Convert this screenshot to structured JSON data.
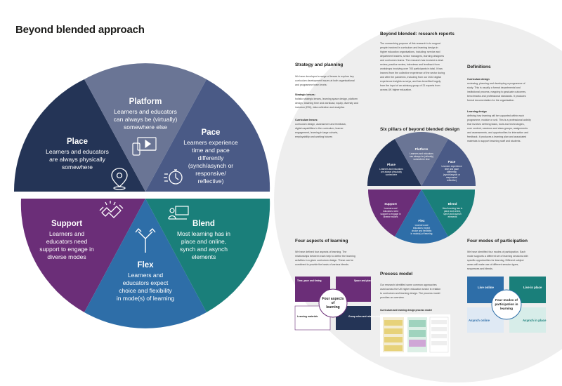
{
  "page_title": "Beyond blended approach",
  "colors": {
    "platform": "#6a7595",
    "pace": "#4a5a86",
    "place": "#243456",
    "support": "#6b2e78",
    "flex": "#2e6ea8",
    "blend": "#1a7f7a",
    "poster_bg": "#eeeeee"
  },
  "wheel": {
    "platform": {
      "title": "Platform",
      "lines": [
        "Learners and educators",
        "can always be (virtually)",
        "somewhere else"
      ],
      "icon": "devices-icon"
    },
    "pace": {
      "title": "Pace",
      "lines": [
        "Learners experience",
        "time and pace",
        "differently",
        "(synch/asynch or",
        "responsive/",
        "reflective)"
      ],
      "icon": "stopwatch-icon"
    },
    "place": {
      "title": "Place",
      "lines": [
        "Learners and educators",
        "are always physically",
        "somewhere"
      ],
      "icon": "location-pin-icon"
    },
    "support": {
      "title": "Support",
      "lines": [
        "Learners and",
        "educators need",
        "support to engage in",
        "diverse modes"
      ],
      "icon": "handshake-icon"
    },
    "flex": {
      "title": "Flex",
      "lines": [
        "Learners and",
        "educators expect",
        "choice and flexibility",
        "in mode(s) of learning"
      ],
      "icon": "split-arrows-icon"
    },
    "blend": {
      "title": "Blend",
      "lines": [
        "Most learning has in",
        "place and online,",
        "synch and asynch",
        "elements"
      ],
      "icon": "classroom-icon"
    }
  },
  "poster": {
    "research_title": "Beyond blended: research reports",
    "research_text": [
      "The overarching purpose of this research is to support",
      "people involved in curriculum and learning design in",
      "higher education organisations, including: service and",
      "department leaders, senior managers, learning designers",
      "and curriculum teams. The research has involved a desk",
      "review, practice review, interviews and feedback from",
      "workshops involving over 700 participants in total. It has",
      "learned from the collective experience of the sector during",
      "and after the pandemic, including from our 2022 digital",
      "experience insights surveys, and has benefited hugely",
      "from the input of an advisory group of 21 experts from",
      "across UK higher education."
    ],
    "strategy_title": "Strategy and planning",
    "strategy_text": [
      "We have developed a range of lenses to explore key",
      "curriculum development issues at both organisational",
      "and programme team levels:"
    ],
    "strategic_lenses_label": "Strategic lenses:",
    "strategic_lenses_text": [
      "holistic strategic lenses, learning space design, platform",
      "design, teaching time and workload, equity, diversity and",
      "inclusion (EDI), data collection and analytics"
    ],
    "curriculum_lenses_label": "Curriculum lenses:",
    "curriculum_lenses_text": [
      "curriculum design, assessment and feedback,",
      "digital capabilities in the curriculum, learner",
      "engagement, learning in large cohorts,",
      "employability and working futures"
    ],
    "definitions_title": "Definitions",
    "curriculum_design_label": "Curriculum design",
    "curriculum_design_text": [
      "reviewing, planning and developing a programme of",
      "study. This is usually a formal departmental and",
      "institutional process, mapping to graduate outcomes,",
      "benchmarks and professional standards. It produces",
      "formal documentation for the organisation."
    ],
    "learning_design_label": "Learning design",
    "learning_design_text": [
      "defining how learning will be supported within each",
      "programme, module or unit. This is a professional activity",
      "that involves defining tasks, tools and technologies,",
      "core content, sessions and class groups, assignments",
      "and assessments, and opportunities for interaction and",
      "feedback. It produces a learning plan and associated",
      "materials to support teaching staff and students."
    ],
    "pillars_title": "Six pillars of beyond blended design",
    "mini_wheel": {
      "platform": [
        "Platform",
        "Learners and educators",
        "can always be (virtually)",
        "somewhere else"
      ],
      "pace": [
        "Pace",
        "Learners experience",
        "time and pace",
        "differently",
        "(synch/asynch or",
        "responsive/",
        "reflective)"
      ],
      "place": [
        "Place",
        "Learners and educators",
        "are always physically",
        "somewhere"
      ],
      "support": [
        "Support",
        "Learners and",
        "educators need",
        "support to engage in",
        "diverse modes"
      ],
      "flex": [
        "Flex",
        "Learners and",
        "educators expect",
        "choice and flexibility",
        "in mode(s) of learning"
      ],
      "blend": [
        "Blend",
        "Most learning has in",
        "place and online,",
        "synch and asynch",
        "elements"
      ]
    },
    "aspects_title": "Four aspects of learning",
    "aspects_text": [
      "We have defined four aspects of learning. The",
      "relationships between each help to define the learning",
      "activities in a given curriculum design. These can be",
      "combined to provide the basis of various blends."
    ],
    "aspects_center": [
      "Four aspects",
      "of",
      "learning"
    ],
    "aspects_quads": [
      "Time, pace and timing",
      "Space and place",
      "Learning materials",
      "Group roles and relationship"
    ],
    "modes_title": "Four modes of participation",
    "modes_text": [
      "We have identified four modes of participation. Each",
      "mode supports a different set of learning sessions with",
      "specific opportunities for learning. Different subject",
      "areas will make use of different session types,",
      "sequences and blends."
    ],
    "modes_center": [
      "Four modes of",
      "participation in",
      "learning"
    ],
    "modes_quads": [
      "Live online",
      "Live in place",
      "Asynch online",
      "Asynch in place"
    ],
    "process_title": "Process model",
    "process_text": [
      "Our research identified some common approaches",
      "used across the UK higher education sector in relation",
      "to curriculum and learning design. The process model",
      "provides an overview."
    ],
    "process_chart_title": "Curriculum and learning design process model"
  }
}
